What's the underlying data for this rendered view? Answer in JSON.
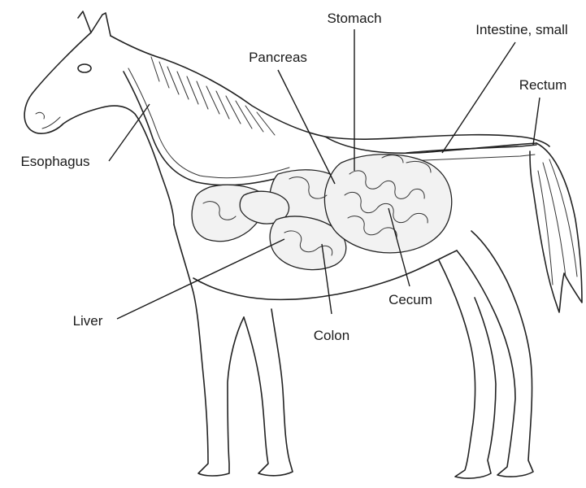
{
  "labels": {
    "stomach": "Stomach",
    "intestine_small": "Intestine, small",
    "pancreas": "Pancreas",
    "rectum": "Rectum",
    "esophagus": "Esophagus",
    "liver": "Liver",
    "colon": "Colon",
    "cecum": "Cecum"
  },
  "colors": {
    "line": "#222222",
    "background": "#ffffff"
  }
}
